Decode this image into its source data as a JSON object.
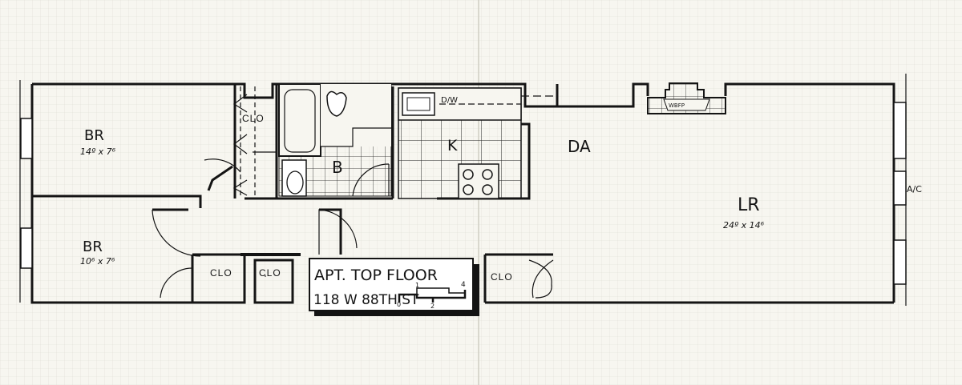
{
  "rooms": {
    "br1": {
      "label": "BR",
      "dims": "14º x 7⁶"
    },
    "br2": {
      "label": "BR",
      "dims": "10⁶ x 7⁶"
    },
    "bath": {
      "label": "B"
    },
    "kitchen": {
      "label": "K",
      "dw": "D/W"
    },
    "dining": {
      "label": "DA"
    },
    "living": {
      "label": "LR",
      "dims": "24º x 14⁶"
    },
    "ac": {
      "label": "A/C"
    },
    "fireplace": {
      "label": "WBFP"
    }
  },
  "closets": [
    "CLO",
    "CLO",
    "CLO",
    "CLO"
  ],
  "title_block": {
    "line1": "APT. TOP FLOOR",
    "line2": "118 W 88TH ST",
    "scale_ticks": [
      "0",
      "1",
      "2",
      "4"
    ]
  },
  "colors": {
    "paper": "#f7f6f0",
    "grid": "#d9d9d2",
    "ink": "#141414"
  }
}
